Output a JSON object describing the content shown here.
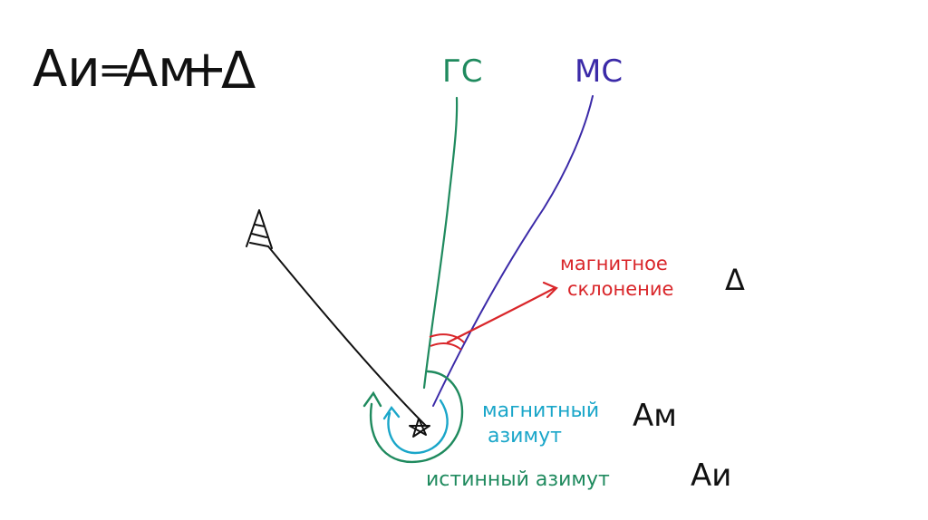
{
  "formula": {
    "Ai": "Aи",
    "eq": "=",
    "Am": "Aм",
    "plus": "+",
    "delta_symbol": "Δ"
  },
  "lines": {
    "geo_north": "ГС",
    "mag_north": "МС"
  },
  "labels": {
    "declination_line1": "магнитное",
    "declination_line2": "склонение",
    "declination_symbol": "Δ",
    "magnetic_azimuth_line1": "магнитный",
    "magnetic_azimuth_line2": "азимут",
    "magnetic_azimuth_symbol": "Aм",
    "true_azimuth": "истинный азимут",
    "true_azimuth_symbol": "Aи"
  },
  "colors": {
    "black": "#111111",
    "geo_north": "#1f8a5e",
    "mag_north": "#3b2aa8",
    "declination": "#d9262a",
    "magnetic_azimuth": "#1aa6c9",
    "true_azimuth": "#1f8a5e"
  }
}
